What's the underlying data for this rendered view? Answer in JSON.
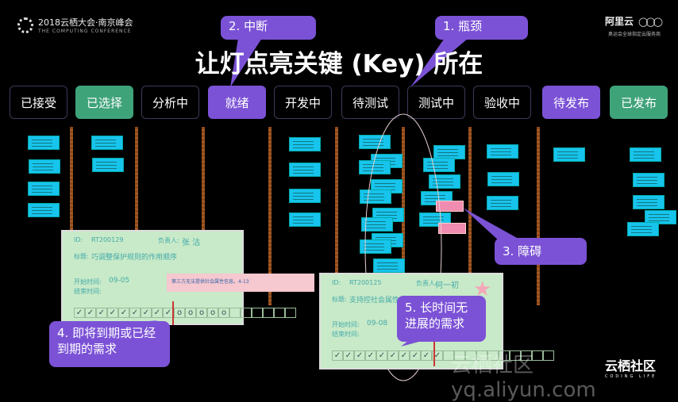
{
  "header": {
    "event_title": "2018云栖大会·南京峰会",
    "event_subtitle": "THE COMPUTING CONFERENCE",
    "brand": "阿里云",
    "brand_sub": "奥运会全球指定云服务商"
  },
  "title": "让灯点亮关键 (Key) 所在",
  "stages": [
    "已接受",
    "已选择",
    "分析中",
    "就绪",
    "开发中",
    "待测试",
    "测试中",
    "验收中",
    "待发布",
    "已发布"
  ],
  "card1": {
    "id_label": "ID:",
    "id": "RT200129",
    "owner_label": "负责人:",
    "owner": "张 沽",
    "title_label": "标题:",
    "title": "巧调整保护规则的作用顺序",
    "start_label": "开始时间:",
    "start": "09-05",
    "end_label": "结束时间:",
    "note": "第三方无法提供社会属性信息。4-13"
  },
  "card2": {
    "id_label": "ID:",
    "id": "RT200125",
    "owner_label": "负责人:",
    "owner": "何一初",
    "title_label": "标题:",
    "title": "支持控社会属性",
    "start_label": "开始时间:",
    "start": "09-08",
    "end_label": "结束时间:"
  },
  "callouts": {
    "c1": "1. 瓶颈",
    "c2": "2. 中断",
    "c3": "3. 障碍",
    "c4": "4. 即将到期或已经到期的需求",
    "c5": "5. 长时间无进展的需求"
  },
  "watermark": "云栖社区 yq.aliyun.com",
  "watermark2": "云栖社区",
  "watermark2_sub": "CODING LIFE"
}
